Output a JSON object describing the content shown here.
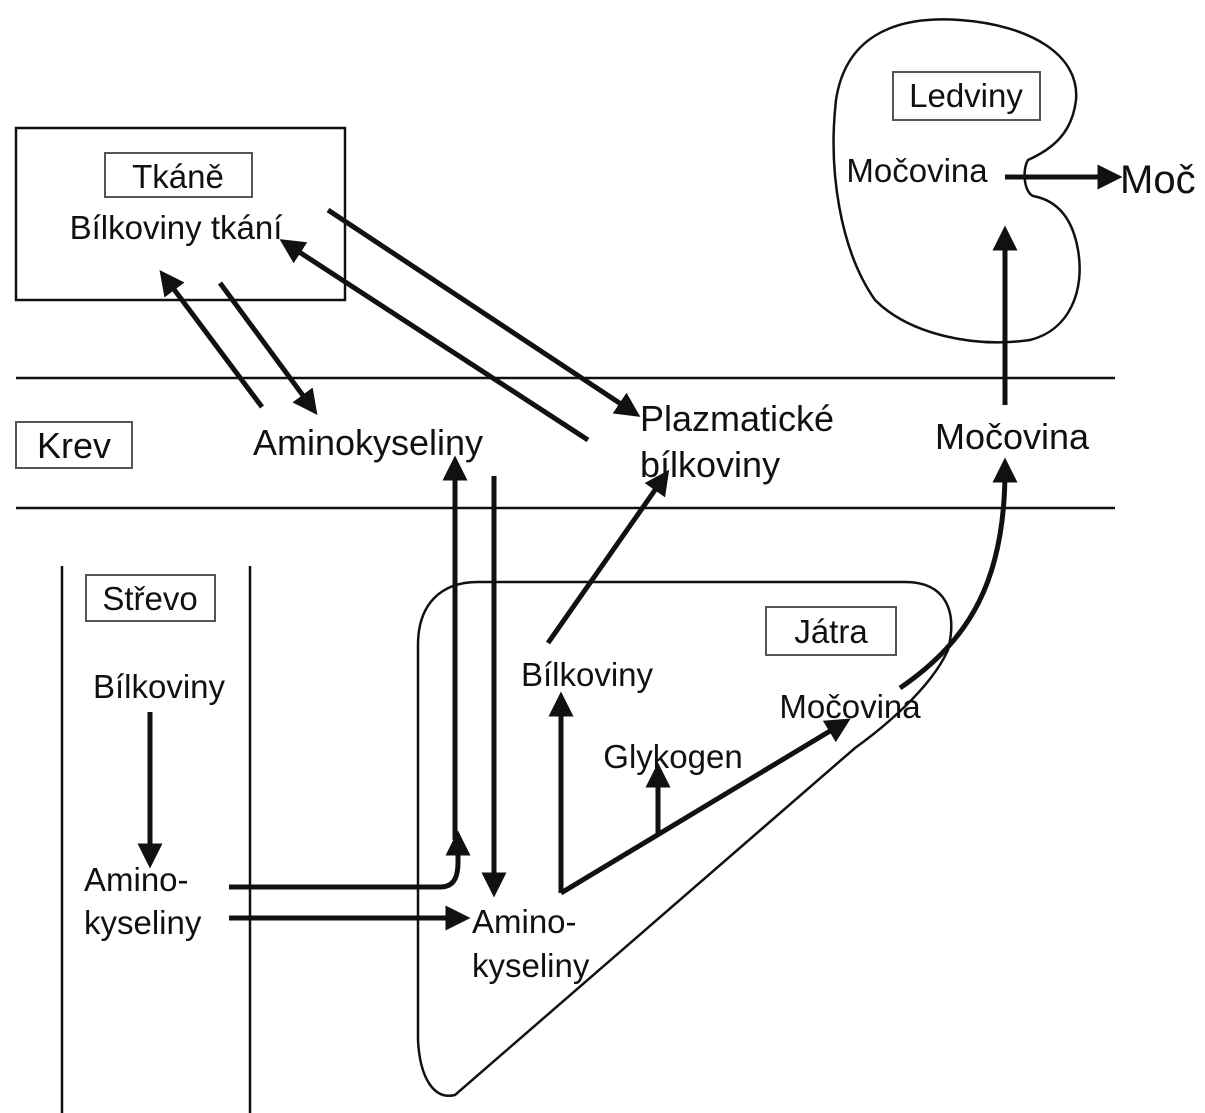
{
  "regions": {
    "tkane": "Tkáně",
    "ledviny": "Ledviny",
    "krev": "Krev",
    "strevo": "Střevo",
    "jatra": "Játra"
  },
  "nodes": {
    "bilkoviny_tkani": "Bílkoviny tkání",
    "mocovina_ledviny": "Močovina",
    "moc": "Moč",
    "aminokyseliny_krev": "Aminokyseliny",
    "plazmaticke_1": "Plazmatické",
    "plazmaticke_2": "bílkoviny",
    "mocovina_krev": "Močovina",
    "bilkoviny_strevo": "Bílkoviny",
    "amino_strevo_1": "Amino-",
    "amino_strevo_2": "kyseliny",
    "bilkoviny_jatra": "Bílkoviny",
    "mocovina_jatra": "Močovina",
    "glykogen": "Glykogen",
    "amino_jatra_1": "Amino-",
    "amino_jatra_2": "kyseliny"
  }
}
